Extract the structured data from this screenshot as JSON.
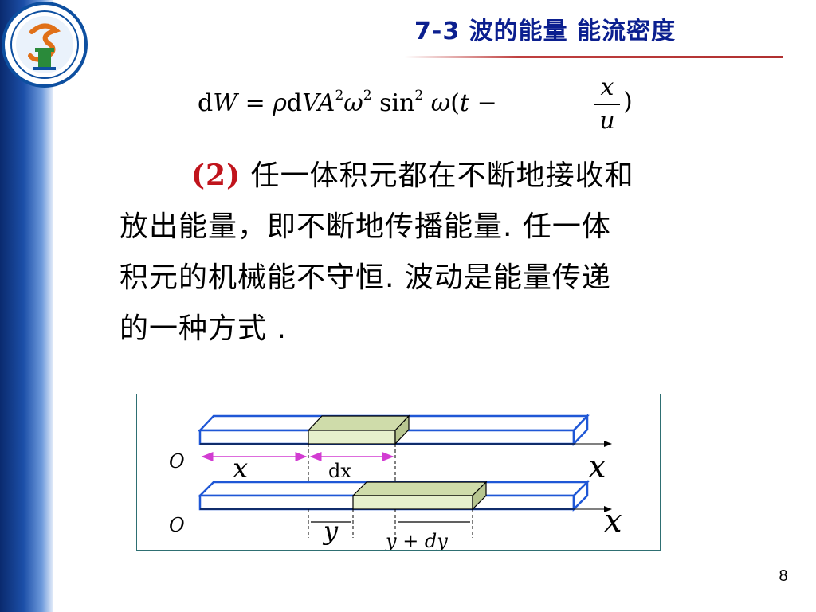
{
  "slide": {
    "title": "7-3  波的能量  能流密度",
    "page_number": "8"
  },
  "formula": {
    "lhs": "dW",
    "expr": "= ρdVA²ω² sin² ω(t − x/u)",
    "frac_num": "x",
    "frac_den": "u"
  },
  "paragraph": {
    "number": "(2)",
    "lines": [
      "任一体积元都在不断地接收和",
      "放出能量，即不断地传播能量. 任一体",
      "积元的机械能不守恒. 波动是能量传递",
      "的一种方式 ."
    ]
  },
  "figure": {
    "top_origin": "O",
    "top_x_label": "x",
    "top_dx_label": "dx",
    "top_axis_label": "x",
    "bottom_origin": "O",
    "bottom_y_label": "y",
    "bottom_ydy_label": "y + dy",
    "bottom_axis_label": "x",
    "colors": {
      "bar_outline": "#1f57d6",
      "element_fill": "#e6f0cc",
      "element_top": "#cfdcaa",
      "element_side": "#b8c690",
      "pink_arrow": "#d23cd2"
    }
  }
}
